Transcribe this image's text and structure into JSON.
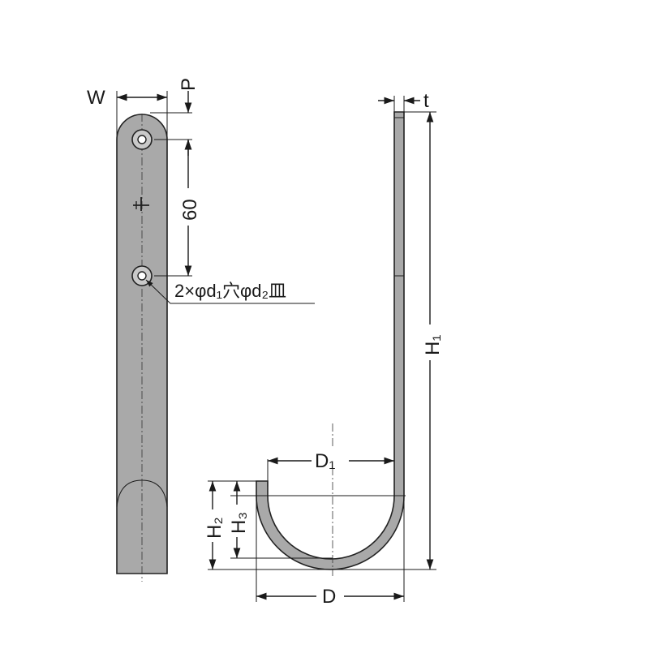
{
  "front_view": {
    "width_label": "W",
    "pitch_label": "P",
    "hole_spacing": "60",
    "hole_note": "2×φd₁穴φd₂皿"
  },
  "side_view": {
    "thickness_label": "t",
    "height_total_label": "H₁",
    "height_hook_label": "H₂",
    "height_inner_label": "H₃",
    "inner_width_label": "D₁",
    "outer_width_label": "D"
  }
}
